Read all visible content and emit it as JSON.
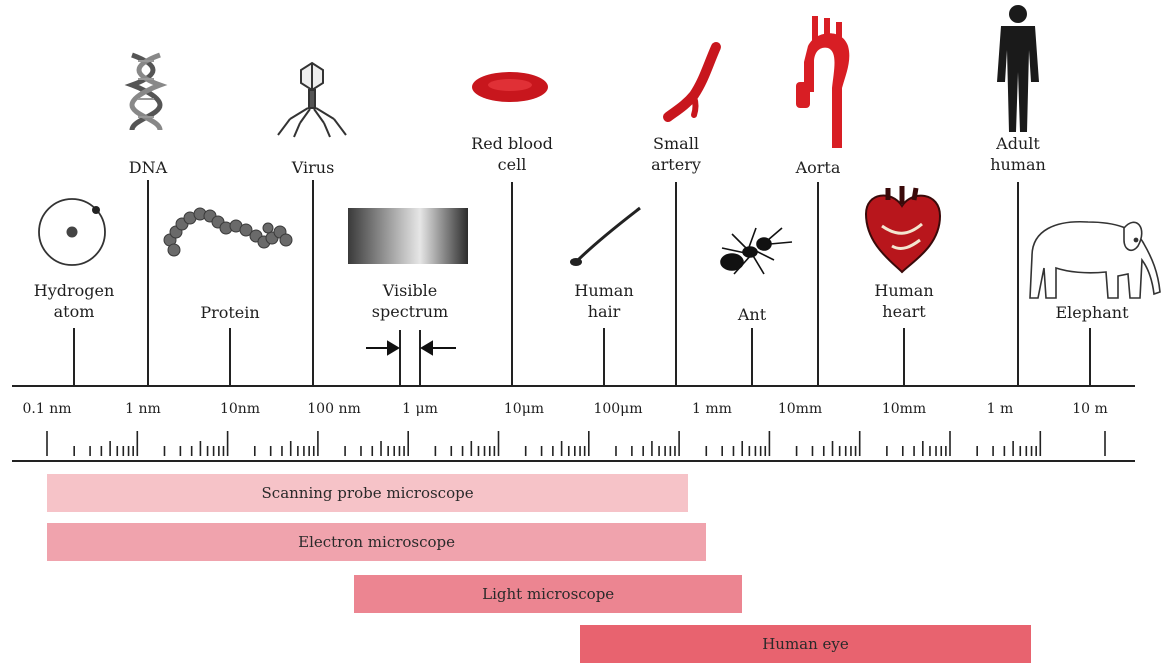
{
  "scale_ticks": [
    "0.1 nm",
    "1 nm",
    "10nm",
    "100 nm",
    "1 μm",
    "10μm",
    "100μm",
    "1 mm",
    "10mm",
    "10mm",
    "1 m",
    "10 m"
  ],
  "objects": {
    "dna": "DNA",
    "virus": "Virus",
    "red_blood_cell": "Red blood\ncell",
    "small_artery": "Small\nartery",
    "aorta": "Aorta",
    "adult_human": "Adult\nhuman",
    "hydrogen_atom": "Hydrogen\natom",
    "protein": "Protein",
    "visible_spectrum": "Visible\nspectrum",
    "human_hair": "Human\nhair",
    "ant": "Ant",
    "human_heart": "Human\nheart",
    "elephant": "Elephant"
  },
  "ranges": [
    {
      "label": "Scanning probe microscope",
      "from_decade": 0,
      "to_decade": 7.1,
      "color": "#f6c3c8"
    },
    {
      "label": "Electron microscope",
      "from_decade": 0,
      "to_decade": 7.3,
      "color": "#f0a3ad"
    },
    {
      "label": "Light microscope",
      "from_decade": 3.4,
      "to_decade": 7.7,
      "color": "#ec8591"
    },
    {
      "label": "Human eye",
      "from_decade": 5.9,
      "to_decade": 10.9,
      "color": "#e8636f"
    }
  ],
  "icons": [
    "dna-helix-icon",
    "virus-icon",
    "red-blood-cell-icon",
    "small-artery-icon",
    "aorta-icon",
    "adult-human-icon",
    "hydrogen-atom-icon",
    "protein-chain-icon",
    "visible-spectrum-icon",
    "human-hair-icon",
    "ant-icon",
    "human-heart-icon",
    "elephant-icon"
  ]
}
